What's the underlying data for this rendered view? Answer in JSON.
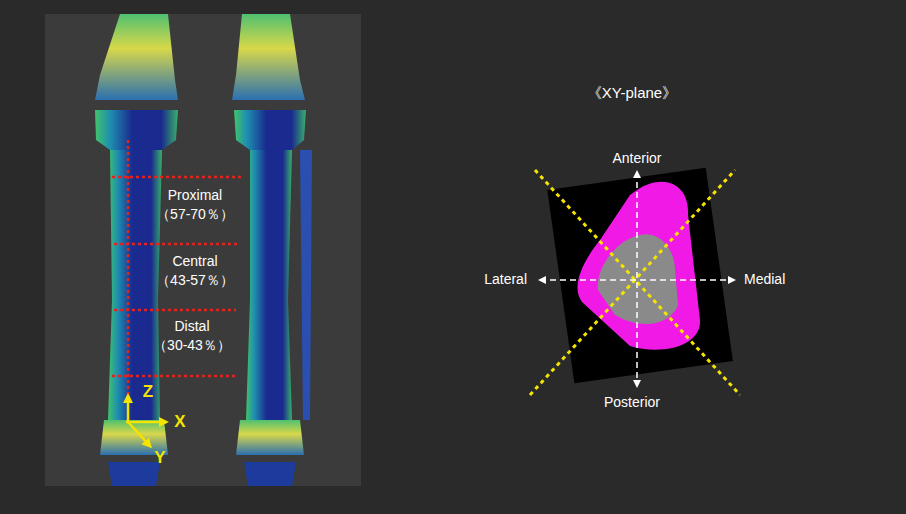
{
  "diagram": {
    "labels": [
      "Proximal",
      "（57-70％）",
      "Central",
      "（43-57％）",
      "Distal",
      "（30-43％）",
      "Z",
      "X",
      "Y",
      "《XY-plane》",
      "Anterior",
      "Lateral",
      "Medial",
      "Posterior"
    ]
  }
}
